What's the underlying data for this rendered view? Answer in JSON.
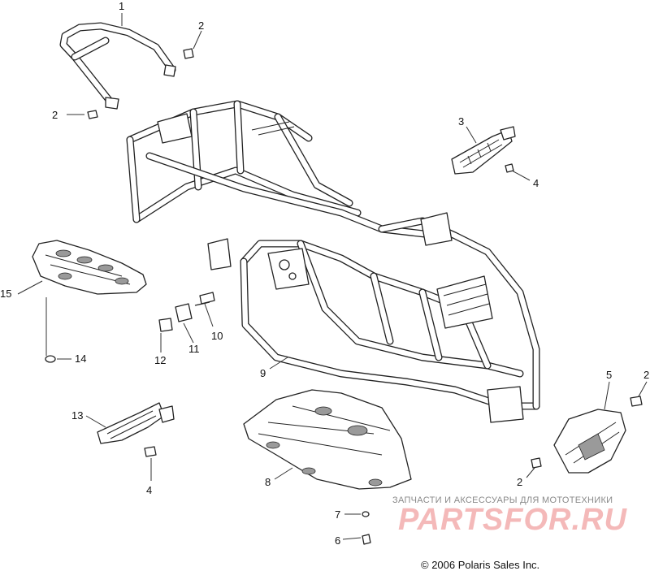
{
  "callouts": {
    "c1": "1",
    "c2a": "2",
    "c2b": "2",
    "c3": "3",
    "c4a": "4",
    "c15": "15",
    "c14": "14",
    "c12": "12",
    "c11": "11",
    "c10": "10",
    "c9": "9",
    "c13": "13",
    "c4b": "4",
    "c8": "8",
    "c7": "7",
    "c6": "6",
    "c5": "5",
    "c2c": "2",
    "c2d": "2"
  },
  "watermark": {
    "caption": "ЗАПЧАСТИ И АКСЕССУАРЫ ДЛЯ МОТОТЕХНИКИ",
    "logo": "PARTSFOR.RU"
  },
  "copyright": "© 2006 Polaris Sales Inc."
}
